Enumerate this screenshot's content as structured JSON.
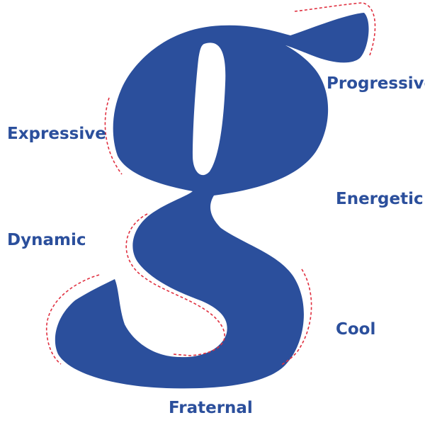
{
  "colors": {
    "glyph": "#2b4f9c",
    "label": "#2b4f9c",
    "guide": "#e03040",
    "background": "#ffffff"
  },
  "icons": {
    "letter": "lowercase-g-glyph"
  },
  "labels": {
    "progressive": "Progressive",
    "expressive": "Expressive",
    "energetic": "Energetic",
    "dynamic": "Dynamic",
    "cool": "Cool",
    "fraternal": "Fraternal"
  }
}
